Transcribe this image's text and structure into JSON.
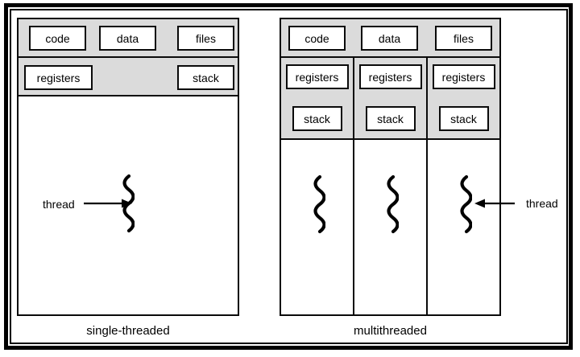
{
  "figure": {
    "left_panel": {
      "caption": "single-threaded",
      "resource_boxes": [
        "code",
        "data",
        "files"
      ],
      "context_boxes": [
        "registers",
        "stack"
      ],
      "thread_label": "thread"
    },
    "right_panel": {
      "caption": "multithreaded",
      "resource_boxes": [
        "code",
        "data",
        "files"
      ],
      "columns": [
        [
          "registers",
          "stack"
        ],
        [
          "registers",
          "stack"
        ],
        [
          "registers",
          "stack"
        ]
      ],
      "thread_label": "thread"
    },
    "colors": {
      "section_gray": "#dbdbdb",
      "line_black": "#000000",
      "background_white": "#ffffff"
    }
  }
}
